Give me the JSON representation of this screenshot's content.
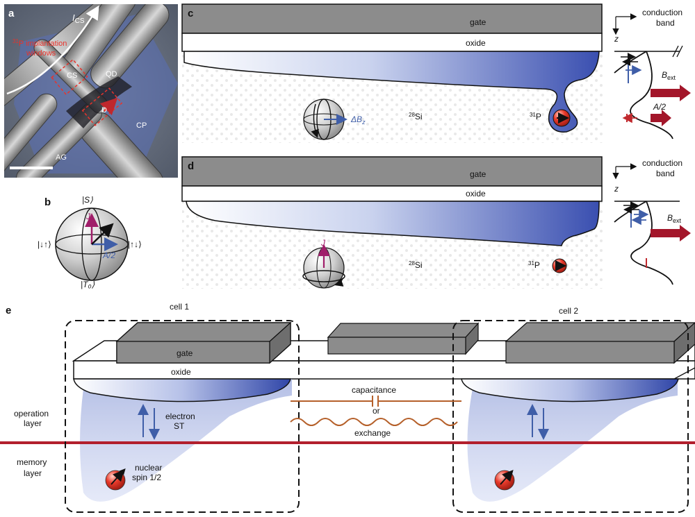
{
  "panels": {
    "a": {
      "letter": "a",
      "i_cs_main": "I",
      "i_cs_sub": "CS",
      "implant_sup": "31",
      "implant_text": "P implantation",
      "implant_text2": "windows",
      "cs": "CS",
      "qd": "QD",
      "d": "D",
      "cp": "CP",
      "ag": "AG"
    },
    "b": {
      "letter": "b",
      "top_ket": "|S⟩",
      "bottom_ket": "|T₀⟩",
      "left_ket": "|↓↑⟩",
      "right_ket": "|↑↓⟩",
      "j": "J",
      "a2": "A/2"
    },
    "c": {
      "letter": "c",
      "gate": "gate",
      "oxide": "oxide",
      "si_sup": "28",
      "si": "Si",
      "p_sup": "31",
      "p": "P",
      "delta_bz": "ΔB",
      "delta_bz_sub": "z",
      "cb_line1": "conduction",
      "cb_line2": "band",
      "z": "z",
      "bext": "B",
      "bext_sub": "ext",
      "a2": "A/2"
    },
    "d": {
      "letter": "d",
      "gate": "gate",
      "oxide": "oxide",
      "si_sup": "28",
      "si": "Si",
      "p_sup": "31",
      "p": "P",
      "j": "J",
      "cb_line1": "conduction",
      "cb_line2": "band",
      "z": "z",
      "bext": "B",
      "bext_sub": "ext"
    },
    "e": {
      "letter": "e",
      "cell1": "cell 1",
      "cell2": "cell 2",
      "gate": "gate",
      "oxide": "oxide",
      "capacitance": "capacitance",
      "or": "or",
      "exchange": "exchange",
      "electron": "electron",
      "st": "ST",
      "operation1": "operation",
      "operation2": "layer",
      "memory1": "memory",
      "memory2": "layer",
      "nuclear1": "nuclear",
      "nuclear2": "spin 1/2"
    }
  },
  "colors": {
    "blue": "#3f5ea8",
    "red_dark": "#a3162a",
    "red_line": "#b21f2d",
    "orange_wire": "#b5602a",
    "magenta": "#a01e6a",
    "gate_gray": "#8c8c8c",
    "sem_red": "#e8332b"
  }
}
